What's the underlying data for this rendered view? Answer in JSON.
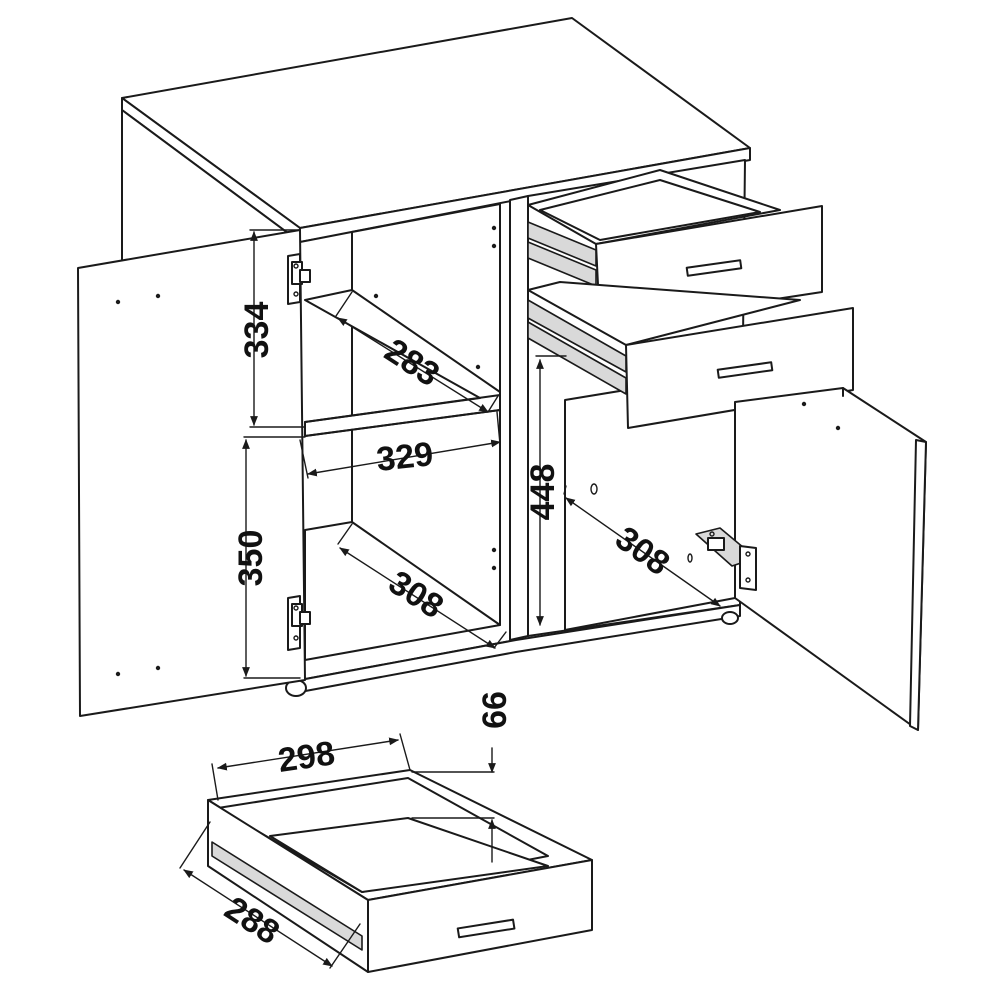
{
  "dimensions": {
    "shelf_upper_height": "334",
    "shelf_depth_upper": "283",
    "inner_width": "329",
    "shelf_lower_height": "350",
    "shelf_depth_lower": "308",
    "right_height": "448",
    "right_depth": "308",
    "drawer_width": "298",
    "drawer_height": "66",
    "drawer_depth": "288"
  }
}
